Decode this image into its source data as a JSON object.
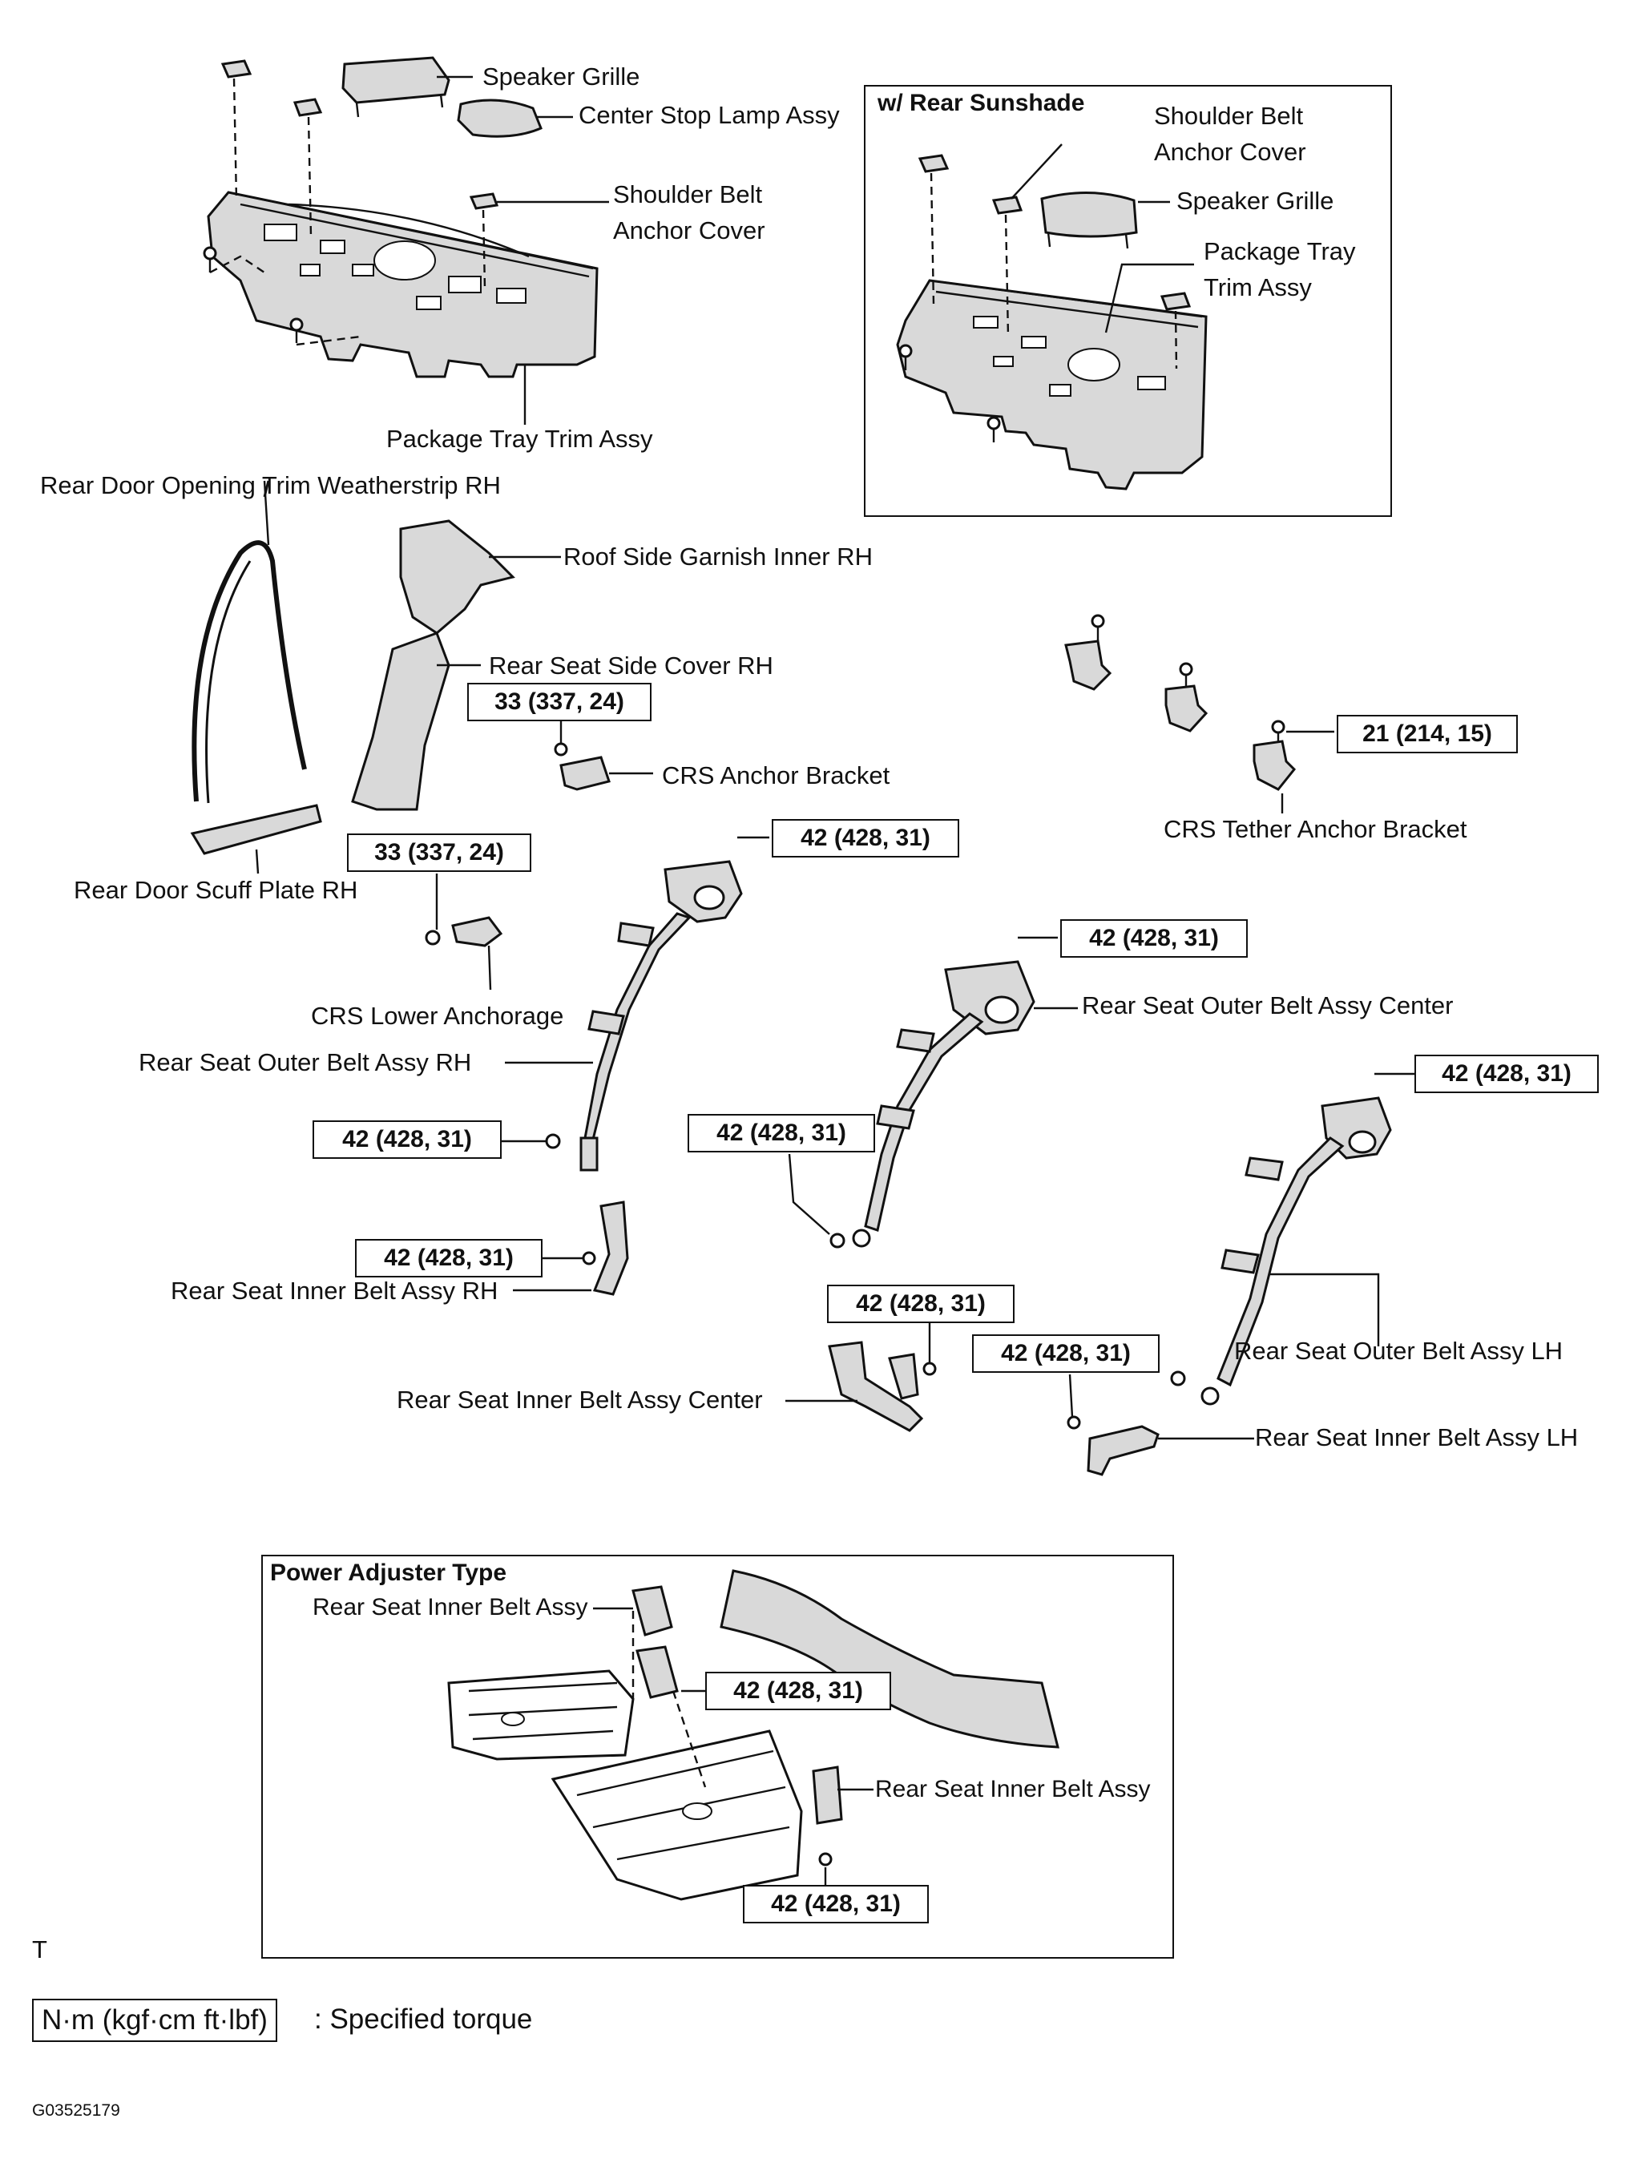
{
  "figure_code": "G03525179",
  "corner_mark": "T",
  "legend": {
    "box_text": "N·m (kgf·cm ft·lbf)",
    "text": ": Specified torque"
  },
  "parcel_shelf": {
    "speaker_grille": "Speaker Grille",
    "center_stop_lamp": "Center Stop Lamp Assy",
    "shoulder_belt_anchor_cover": [
      "Shoulder Belt",
      "Anchor Cover"
    ],
    "package_tray_trim": "Package Tray Trim Assy"
  },
  "sunshade_box": {
    "title": "w/ Rear Sunshade",
    "shoulder_belt_anchor_cover": [
      "Shoulder Belt",
      "Anchor Cover"
    ],
    "speaker_grille": "Speaker Grille",
    "package_tray_trim": [
      "Package Tray",
      "Trim Assy"
    ]
  },
  "side_trim": {
    "weatherstrip": "Rear Door Opening Trim Weatherstrip RH",
    "roof_garnish": "Roof Side Garnish Inner RH",
    "side_cover": "Rear Seat Side Cover RH",
    "scuff_plate": "Rear Door Scuff Plate RH"
  },
  "brackets": {
    "crs_anchor": "CRS Anchor Bracket",
    "crs_tether": "CRS Tether Anchor Bracket",
    "crs_lower": "CRS Lower Anchorage"
  },
  "belts": {
    "outer_rh": "Rear Seat Outer Belt Assy RH",
    "inner_rh": "Rear Seat Inner Belt Assy RH",
    "outer_center": "Rear Seat Outer Belt Assy Center",
    "inner_center": "Rear Seat Inner Belt Assy Center",
    "outer_lh": "Rear Seat Outer Belt Assy LH",
    "inner_lh": "Rear Seat Inner Belt Assy LH"
  },
  "torques": {
    "crs_anchor": "33 (337, 24)",
    "crs_lower": "33 (337, 24)",
    "tether": "21 (214, 15)",
    "rh_top": "42 (428, 31)",
    "rh_bottom": "42 (428, 31)",
    "rh_inner": "42 (428, 31)",
    "center_top": "42 (428, 31)",
    "center_bottom": "42 (428, 31)",
    "center_inner": "42 (428, 31)",
    "lh_top": "42 (428, 31)",
    "lh_inner": "42 (428, 31)"
  },
  "power_adjuster": {
    "title": "Power Adjuster Type",
    "inner_belt_upper": "Rear Seat Inner Belt Assy",
    "inner_belt_right": "Rear Seat Inner Belt Assy",
    "torque_upper": "42 (428, 31)",
    "torque_lower": "42 (428, 31)"
  }
}
